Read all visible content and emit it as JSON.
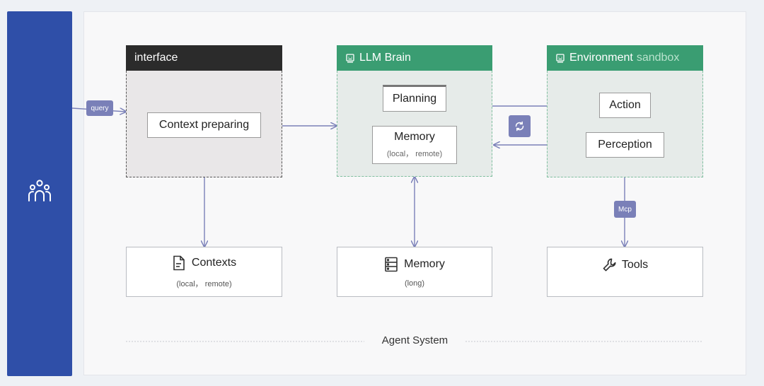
{
  "user_panel": {
    "icon": "people-group-icon"
  },
  "interface": {
    "title": "interface",
    "context_box": "Context preparing"
  },
  "llm_brain": {
    "title": "LLM Brain",
    "icon": "robot-icon",
    "planning": "Planning",
    "memory_title": "Memory",
    "memory_sub": "(local， remote)"
  },
  "environment": {
    "title": "Environment",
    "title_accent": "sandbox",
    "icon": "robot-icon",
    "action": "Action",
    "perception": "Perception"
  },
  "tags": {
    "query": "query",
    "mcp": "Mcp"
  },
  "loop_icon": "refresh-icon",
  "bottom": {
    "contexts": {
      "title": "Contexts",
      "sub": "(local， remote)",
      "icon": "document-icon"
    },
    "memory": {
      "title": "Memory",
      "sub": "(long)",
      "icon": "server-icon"
    },
    "tools": {
      "title": "Tools",
      "icon": "wrench-icon"
    }
  },
  "footer": {
    "label": "Agent System"
  },
  "colors": {
    "sidebar": "#2f4fa8",
    "brain_green": "#3a9d72",
    "interface_header": "#2b2b2b",
    "arrow": "#7a80b8"
  }
}
